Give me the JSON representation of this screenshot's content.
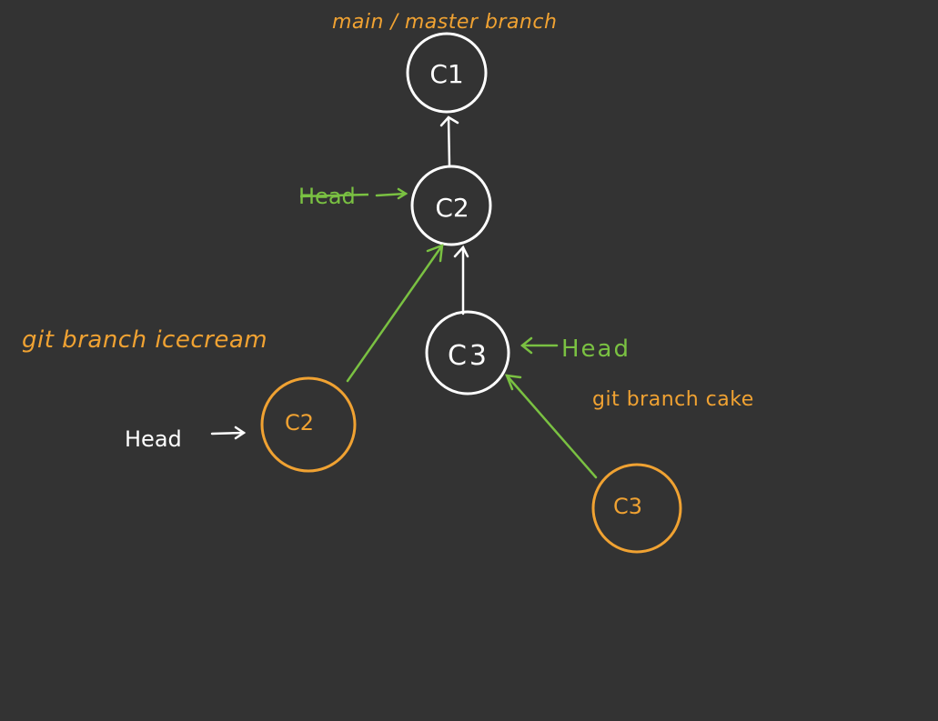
{
  "colors": {
    "background": "#333333",
    "main_branch": "#ffffff",
    "feature_branch": "#f0a232",
    "head_pointer": "#7ac142"
  },
  "annotations": {
    "main_branch_label": "main / master branch",
    "icecream_branch_label": "git branch icecream",
    "cake_branch_label": "git branch cake"
  },
  "commits": {
    "main_c1": "C1",
    "main_c2": "C2",
    "main_c3": "C3",
    "icecream_c2": "C2",
    "cake_c3": "C3"
  },
  "head_labels": {
    "old_head_struck": "Head",
    "main_c3_head": "Head",
    "icecream_head": "Head"
  }
}
